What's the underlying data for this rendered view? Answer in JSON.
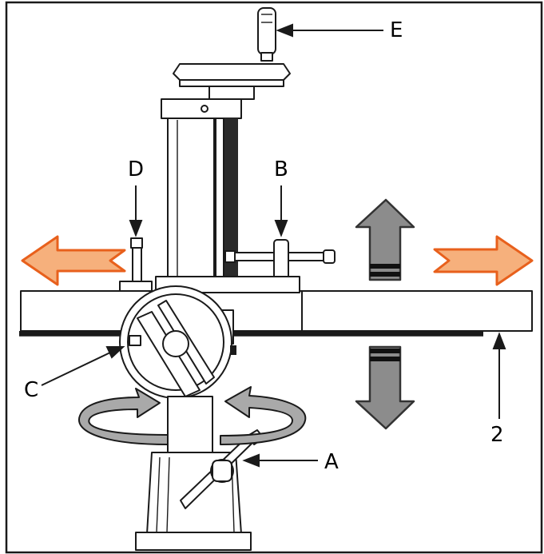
{
  "labels": {
    "a": "A",
    "b": "B",
    "c": "C",
    "d": "D",
    "e": "E",
    "two": "2"
  },
  "colors": {
    "frame": "#1a1a1a",
    "horizontal_arrow_fill": "#f6b07c",
    "horizontal_arrow_stroke": "#e8601c",
    "vertical_arrow_fill": "#8c8c8c",
    "vertical_arrow_stroke": "#333333",
    "rotation_arrow_fill": "#a9a9a9",
    "column_fill": "#ffffff",
    "leadscrew": "#2a2a2a"
  },
  "icons": {
    "left_arrow": "arrow-left-orange",
    "right_arrow": "arrow-right-orange",
    "up_arrow": "arrow-up-gray",
    "down_arrow": "arrow-down-gray",
    "rotate_left": "rotate-arrow-left-gray",
    "rotate_right": "rotate-arrow-right-gray"
  }
}
